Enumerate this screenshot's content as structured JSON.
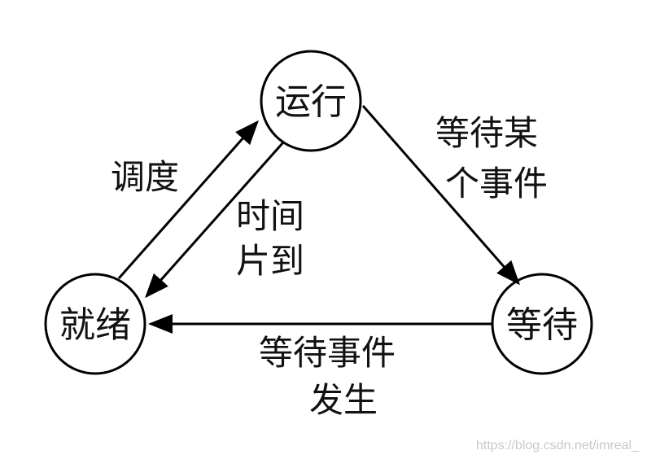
{
  "diagram": {
    "nodes": {
      "running": "运行",
      "ready": "就绪",
      "waiting": "等待"
    },
    "edges": {
      "schedule": "调度",
      "timeslice_line1": "时间",
      "timeslice_line2": "片到",
      "wait_event_line1": "等待某",
      "wait_event_line2": "个事件",
      "event_occurs_line1": "等待事件",
      "event_occurs_line2": "发生"
    }
  },
  "watermark": "https://blog.csdn.net/imreal_"
}
